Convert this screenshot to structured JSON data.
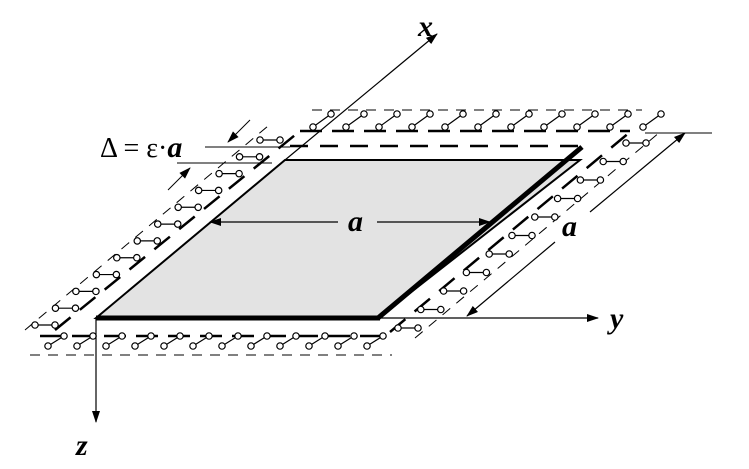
{
  "labels": {
    "x_axis": "x",
    "y_axis": "y",
    "z_axis": "z",
    "width_dim": "a",
    "depth_dim": "a",
    "gap_eq_prefix": "Δ = ε·",
    "gap_eq_var": "a"
  },
  "colors": {
    "plate_fill": "#e3e3e3",
    "line": "#000000"
  }
}
